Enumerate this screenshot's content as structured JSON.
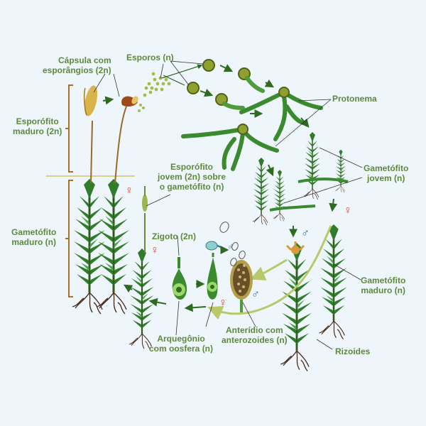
{
  "labels": {
    "capsula": "Cápsula com\nesporângios (2n)",
    "esporos": "Esporos (n)",
    "protonema": "Protonema",
    "esporofito_maduro": "Esporófito\nmaduro (2n)",
    "gametofito_maduro_left": "Gametófito\nmaduro (n)",
    "esporofito_jovem": "Esporófito\njovem (2n) sobre\no gametófito (n)",
    "gametofito_jovem": "Gametófito\njovem (n)",
    "zigoto": "Zigoto (2n)",
    "gametofito_maduro_right": "Gametófito\nmaduro (n)",
    "arquegonio": "Arquegônio\ncom oosfera (n)",
    "anteridio": "Anterídio com\nanterozoides (n)",
    "rizoides": "Rizoides"
  },
  "symbols": {
    "female": "♀",
    "male": "♂"
  },
  "colors": {
    "label_green": "#5d8a3a",
    "background": "#eef6fb",
    "bracket": "#a8702a",
    "female_symbol": "#d9463a",
    "male_symbol": "#2c6fb3"
  }
}
